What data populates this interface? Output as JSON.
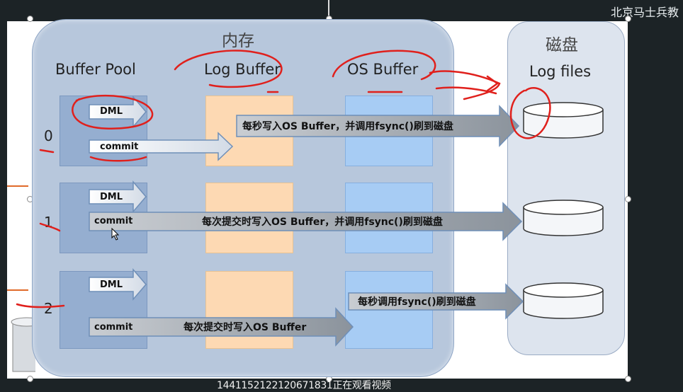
{
  "watermark": "北京马士兵教",
  "viewer_notice": "1441152122120671831正在观看视频",
  "diagram": {
    "memory_title": "内存",
    "disk_title": "磁盘",
    "col_buffer_pool": "Buffer Pool",
    "col_log_buffer": "Log Buffer",
    "col_os_buffer": "OS Buffer",
    "col_log_files": "Log files",
    "rows": [
      {
        "num": "0",
        "dml": "DML",
        "commit": "commit",
        "flow": "每秒写入OS Buffer，并调用fsync()刷到磁盘"
      },
      {
        "num": "1",
        "dml": "DML",
        "commit": "commit",
        "flow": "每次提交时写入OS Buffer，并调用fsync()刷到磁盘"
      },
      {
        "num": "2",
        "dml": "DML",
        "commit": "commit",
        "flow_write": "每次提交时写入OS Buffer",
        "flow_fsync": "每秒调用fsync()刷到磁盘"
      }
    ]
  },
  "colors": {
    "buffer_pool": "#95aed0",
    "log_buffer": "#fdd9b3",
    "os_buffer": "#a7ccf4",
    "memory_panel": "#b7c7dc",
    "annotation_ink": "#e0201c"
  }
}
